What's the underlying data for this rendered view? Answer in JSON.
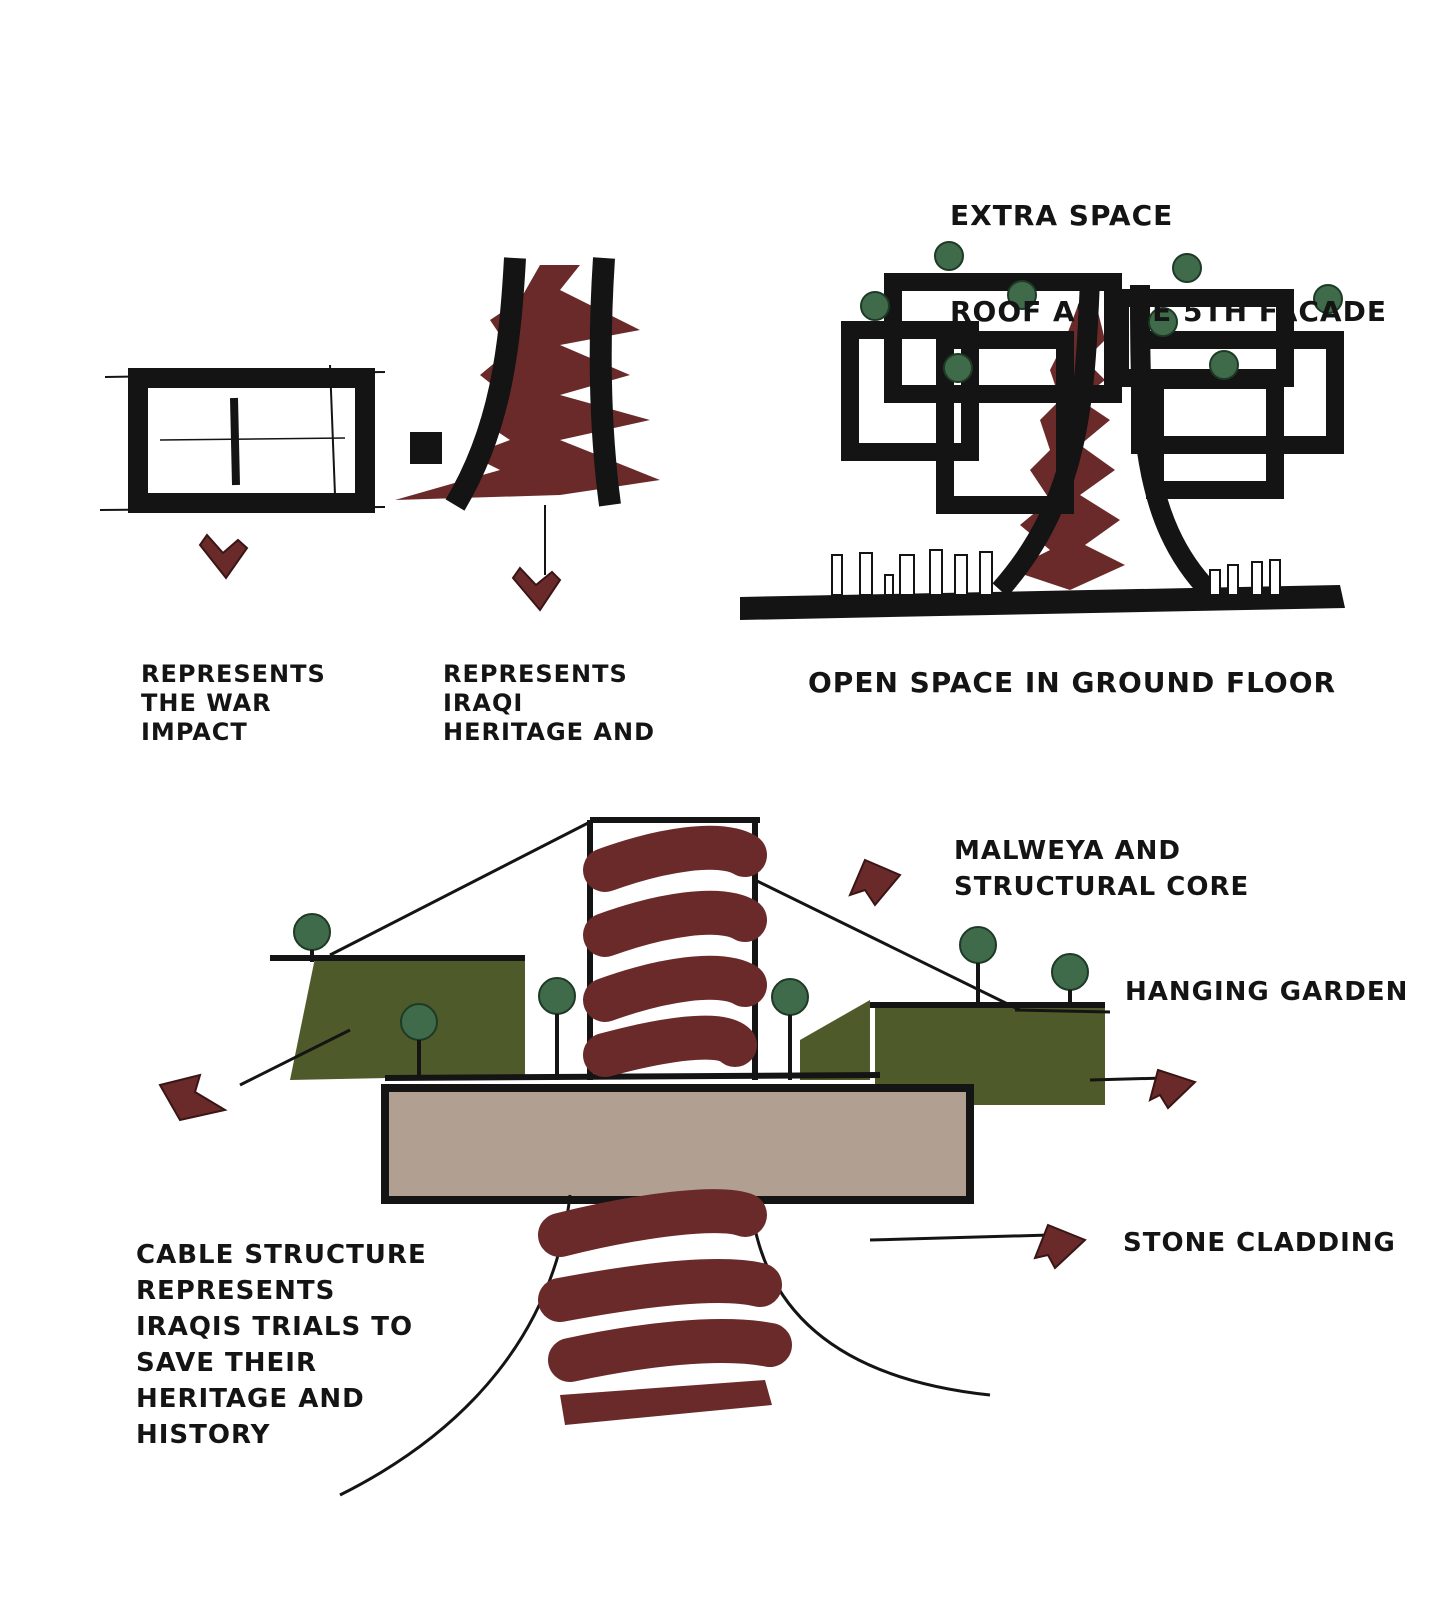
{
  "labels": {
    "top_right": [
      "EXTRA SPACE",
      "ROOF AS THE 5TH FACADE"
    ],
    "war_impact": "REPRESENTS\nTHE WAR\nIMPACT",
    "heritage": "REPRESENTS\nIRAQI\nHERITAGE AND",
    "open_space": "OPEN SPACE IN GROUND FLOOR",
    "malweya": "MALWEYA AND\nSTRUCTURAL CORE",
    "hanging_garden": "HANGING GARDEN",
    "stone_cladding": "STONE CLADDING",
    "cable_structure": "CABLE STRUCTURE\nREPRESENTS\nIRAQIS TRIALS TO\nSAVE THEIR\nHERITAGE AND\nHISTORY"
  },
  "colors": {
    "ink": "#141414",
    "maroon": "#6b2a2a",
    "green_tree": "#3f6b4a",
    "olive": "#4f5a2a",
    "stone": "#b19f91"
  }
}
